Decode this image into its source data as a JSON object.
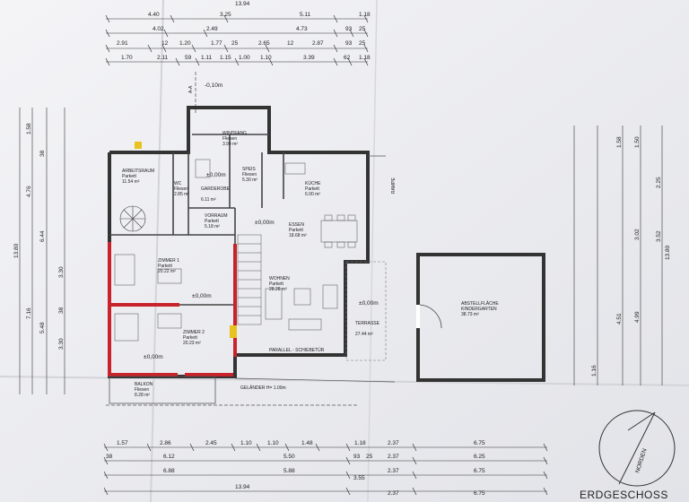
{
  "sheet_title": "ERDGESCHOSS",
  "north_label": "NORDEN",
  "level_marker": "-0,10m",
  "section_label": "A-A",
  "top_dims": {
    "row0": "13.94",
    "row1": [
      "4.40",
      "3.25",
      "5.11",
      "1.18"
    ],
    "row2": [
      "4.02",
      "2.49",
      "4.73",
      "93",
      "25"
    ],
    "row3": [
      "2.91",
      "12",
      "1.20",
      "1.77",
      "25",
      "2.65",
      "12",
      "2.87",
      "93",
      "25"
    ],
    "row4": [
      "1.70",
      "2.11",
      "59",
      "1.11",
      "1.15",
      "1.00",
      "1.10",
      "3.39",
      "62",
      "1.18"
    ]
  },
  "bottom_dims": {
    "row1": [
      "1.57",
      "2.86",
      "2.45",
      "1.10",
      "1.10",
      "1.48",
      "1.18",
      "2.37",
      "6.75"
    ],
    "row2": [
      "38",
      "6.12",
      "5.50",
      "93",
      "25",
      "2.37",
      "6.25"
    ],
    "row3": [
      "6.88",
      "5.88",
      "3.55",
      "2.37",
      "6.75"
    ],
    "row4": [
      "13.94",
      "2.37",
      "6.75"
    ]
  },
  "left_dims": {
    "outer": [
      "13.80"
    ],
    "mid": [
      "4.76",
      "6.44",
      "5.48"
    ],
    "inner": [
      "1.58",
      "38",
      "3.30",
      "38",
      "3.30",
      "7.16"
    ]
  },
  "right_dims": {
    "outer": [
      "13.80"
    ],
    "mid": [
      "2.25",
      "3.52",
      "4.99"
    ],
    "inner": [
      "1.58",
      "1.50",
      "3.02",
      "4.51",
      "1.16"
    ]
  },
  "rooms": [
    {
      "name": "WINDFANG",
      "floor": "Fliesen",
      "area": "3.94 m²"
    },
    {
      "name": "ARBEITSRAUM",
      "floor": "Parkett",
      "area": "11.54 m²"
    },
    {
      "name": "WC",
      "floor": "Fliesen",
      "area": "2.85 m²"
    },
    {
      "name": "GARDEROBE",
      "floor": "",
      "area": "6.11 m²"
    },
    {
      "name": "SPEIS",
      "floor": "Fliesen",
      "area": "5.30 m²"
    },
    {
      "name": "KÜCHE",
      "floor": "Parkett",
      "area": "6.00 m²"
    },
    {
      "name": "VORRAUM",
      "floor": "Parkett",
      "area": "5.18 m²"
    },
    {
      "name": "ESSEN",
      "floor": "Parkett",
      "area": "18.68 m²"
    },
    {
      "name": "ZIMMER 1",
      "floor": "Parkett",
      "area": "20.22 m²"
    },
    {
      "name": "WOHNEN",
      "floor": "Parkett",
      "area": "28.28 m²"
    },
    {
      "name": "ZIMMER 2",
      "floor": "Parkett",
      "area": "20.23 m²"
    },
    {
      "name": "TERRASSE",
      "floor": "",
      "area": "27.44 m²"
    },
    {
      "name": "BALKON",
      "floor": "Fliesen",
      "area": "8.28 m²"
    },
    {
      "name": "ABSTELLFLÄCHE",
      "floor": "KINDERGARTEN",
      "area": "38.73 m²"
    }
  ],
  "level_tags": [
    "±0,00m",
    "±0,00m",
    "±0,00m",
    "±0,00m",
    "±0,00m"
  ],
  "notes": {
    "ramp": "RAMPE",
    "sliding_door": "PARALLEL - SCHIEBETÜR",
    "railing": "GELÄNDER H= 1.00m"
  }
}
